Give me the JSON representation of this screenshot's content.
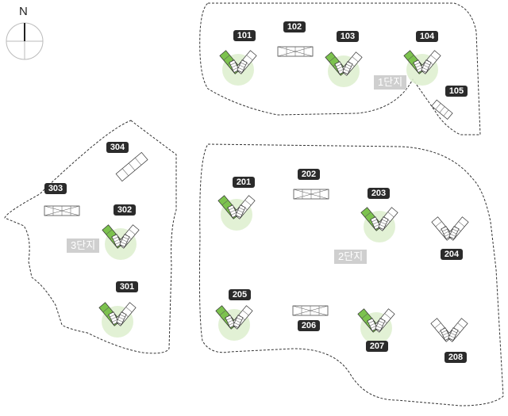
{
  "compass": {
    "label": "N"
  },
  "zones": [
    {
      "id": "zone-1",
      "label": "1단지"
    },
    {
      "id": "zone-2",
      "label": "2단지"
    },
    {
      "id": "zone-3",
      "label": "3단지"
    }
  ],
  "buildings": [
    {
      "number": "101",
      "shape": "v",
      "highlighted": true
    },
    {
      "number": "102",
      "shape": "bar",
      "highlighted": false
    },
    {
      "number": "103",
      "shape": "v",
      "highlighted": true
    },
    {
      "number": "104",
      "shape": "v",
      "highlighted": true
    },
    {
      "number": "105",
      "shape": "small",
      "highlighted": false
    },
    {
      "number": "201",
      "shape": "v",
      "highlighted": true
    },
    {
      "number": "202",
      "shape": "bar",
      "highlighted": false
    },
    {
      "number": "203",
      "shape": "v",
      "highlighted": true
    },
    {
      "number": "204",
      "shape": "v",
      "highlighted": false
    },
    {
      "number": "205",
      "shape": "v",
      "highlighted": true
    },
    {
      "number": "206",
      "shape": "bar",
      "highlighted": false
    },
    {
      "number": "207",
      "shape": "v",
      "highlighted": true
    },
    {
      "number": "208",
      "shape": "v",
      "highlighted": false
    },
    {
      "number": "301",
      "shape": "v",
      "highlighted": true
    },
    {
      "number": "302",
      "shape": "v",
      "highlighted": true
    },
    {
      "number": "303",
      "shape": "bar",
      "highlighted": false
    },
    {
      "number": "304",
      "shape": "diag",
      "highlighted": false
    }
  ],
  "colors": {
    "label_bg": "#2b2b2b",
    "label_text": "#ffffff",
    "zone_bg": "#cfcfcf",
    "highlight_green": "#7cc24e",
    "highlight_glow": "#dfefd0",
    "boundary": "#333333"
  }
}
